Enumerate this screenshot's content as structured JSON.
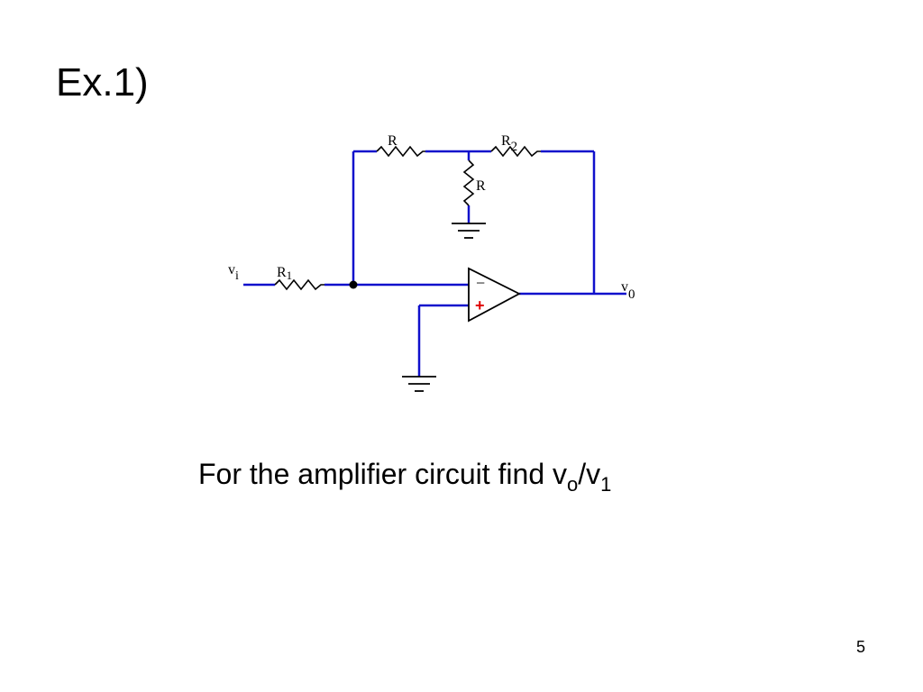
{
  "slide": {
    "title": "Ex.1)",
    "page_number": "5"
  },
  "circuit": {
    "labels": {
      "vi_main": "v",
      "vi_sub": "i",
      "r1_main": "R",
      "r1_sub": "1",
      "r_top": "R",
      "r_shunt": "R",
      "r2_main": "R",
      "r2_sub": "2",
      "vo_main": "v",
      "vo_sub": "0",
      "minus_sign": "−",
      "plus_sign": "+"
    },
    "colors": {
      "wire": "#1010cc",
      "resistor": "#000000",
      "plus_sign": "#e00000",
      "node": "#000000"
    }
  },
  "question": {
    "prefix": "For the amplifier circuit find v",
    "sub_o": "o",
    "middle": "/v",
    "sub_1": "1"
  }
}
